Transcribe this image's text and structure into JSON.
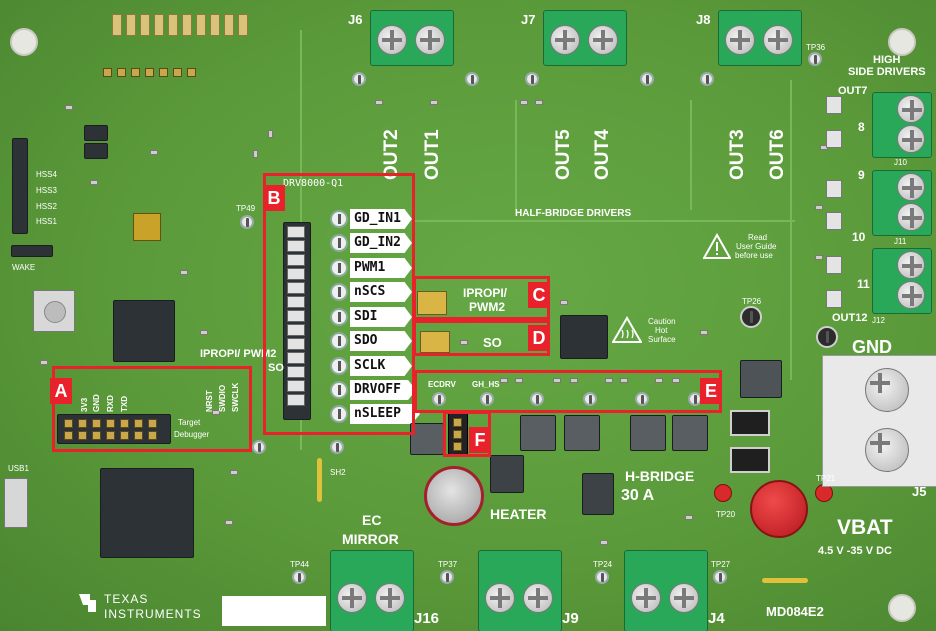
{
  "board": {
    "chip_label": "DRV8000-Q1",
    "half_bridge_title": "HALF-BRIDGE DRIVERS",
    "high_side_title_1": "HIGH",
    "high_side_title_2": "SIDE DRIVERS",
    "caution_1": "Read",
    "caution_2": "User Guide",
    "caution_3": "before use",
    "hot_1": "Caution",
    "hot_2": "Hot",
    "hot_3": "Surface",
    "ipropi_pwm2_left": "IPROPI/ PWM2",
    "so_left": "SO",
    "ipropi_1": "IPROPI/",
    "ipropi_2": "PWM2",
    "so_label": "SO",
    "gnd": "GND",
    "vbat": "VBAT",
    "vbat_range": "4.5 V -35 V DC",
    "hbridge": "H-BRIDGE",
    "hbridge_current": "30 A",
    "heater": "HEATER",
    "ec_1": "EC",
    "ec_2": "MIRROR",
    "board_id": "MD084E2",
    "ti_1": "TEXAS",
    "ti_2": "INSTRUMENTS",
    "debugger": "Debugger",
    "target": "Target",
    "wake": "WAKE",
    "usb": "USB1",
    "sh2": "SH2",
    "outputs_half": [
      "OUT2",
      "OUT1",
      "OUT5",
      "OUT4",
      "OUT3",
      "OUT6"
    ],
    "outputs_high": [
      "OUT7",
      "8",
      "9",
      "10",
      "11",
      "OUT12"
    ],
    "connectors": [
      "J6",
      "J7",
      "J8",
      "J16",
      "J9",
      "J4",
      "J10",
      "J11",
      "J12",
      "J5"
    ],
    "hss_labels": [
      "HSS4",
      "HSS3",
      "HSS2",
      "HSS1"
    ],
    "signals": [
      "GD_IN1",
      "GD_IN2",
      "PWM1",
      "nSCS",
      "SDI",
      "SDO",
      "SCLK",
      "DRVOFF",
      "nSLEEP"
    ],
    "debug_signals": [
      "NRST",
      "SWDIO",
      "SWCLK"
    ],
    "a_signals": [
      "3V3",
      "GND",
      "RXD",
      "TXD"
    ],
    "e_labels": [
      "ECDRV",
      "GH_HS"
    ],
    "test_points": [
      "TP49",
      "TP26",
      "TP20",
      "TP21",
      "TP36",
      "TP44",
      "TP37",
      "TP24",
      "TP27"
    ]
  },
  "callouts": [
    {
      "letter": "A"
    },
    {
      "letter": "B"
    },
    {
      "letter": "C"
    },
    {
      "letter": "D"
    },
    {
      "letter": "E"
    },
    {
      "letter": "F"
    }
  ]
}
